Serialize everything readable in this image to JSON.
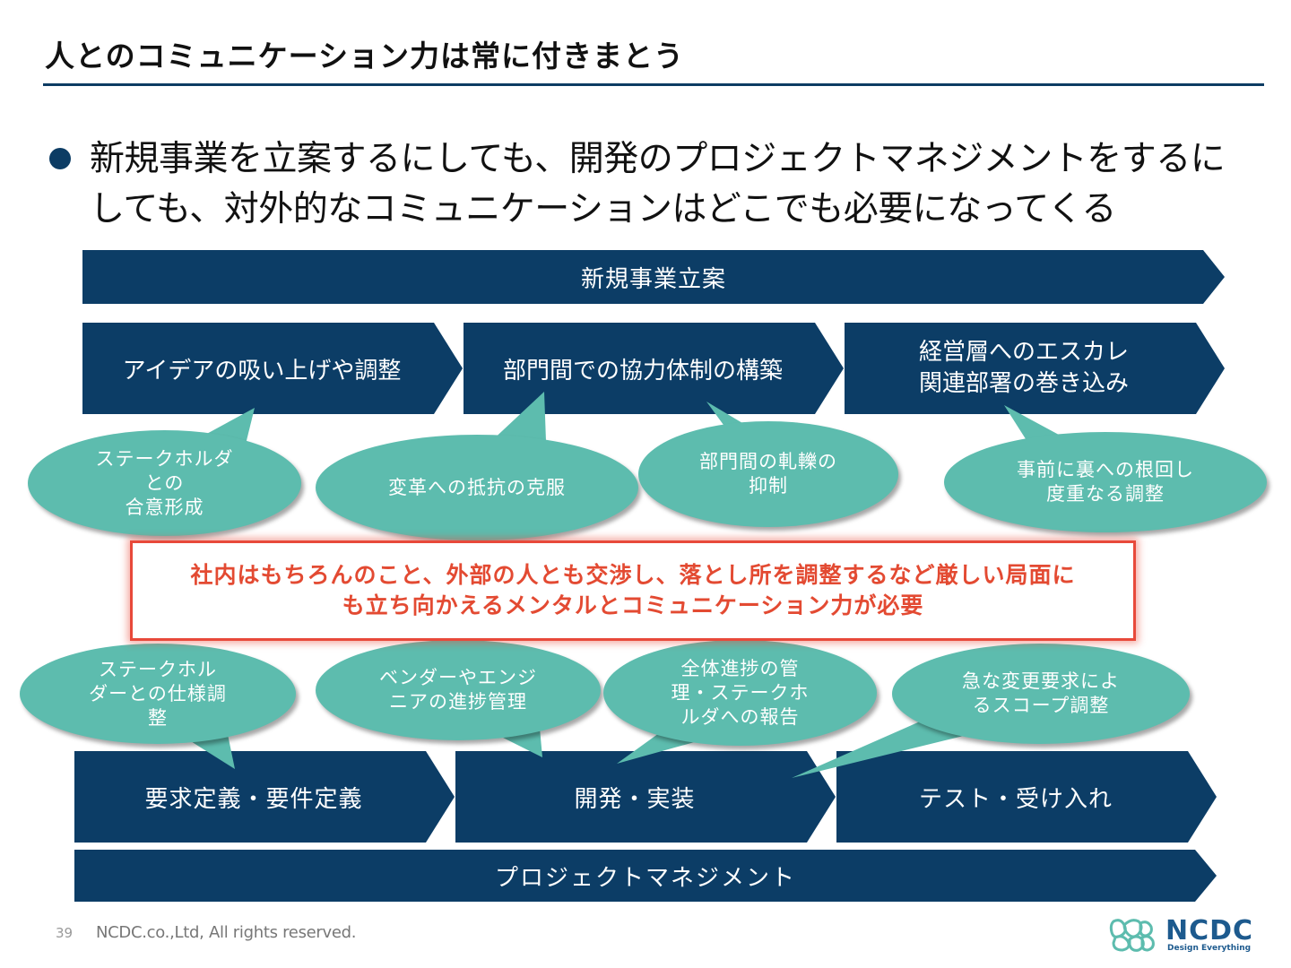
{
  "slide": {
    "title": "人とのコミュニケーション力は常に付きまとう",
    "bullet_lines": [
      "新規事業を立案するにしても、開発のプロジェクトマネジメントをするに",
      "しても、対外的なコミュニケーションはどこでも必要になってくる"
    ]
  },
  "top_section": {
    "banner": "新規事業立案",
    "steps": [
      {
        "lines": [
          "アイデアの吸い上げや調整"
        ]
      },
      {
        "lines": [
          "部門間での協力体制の構築"
        ]
      },
      {
        "lines": [
          "経営層へのエスカレ",
          "関連部署の巻き込み"
        ]
      }
    ],
    "bubbles": [
      {
        "lines": [
          "ステークホルダ",
          "との",
          "合意形成"
        ]
      },
      {
        "lines": [
          "変革への抵抗の克服"
        ]
      },
      {
        "lines": [
          "部門間の軋轢の",
          "抑制"
        ]
      },
      {
        "lines": [
          "事前に裏への根回し",
          "度重なる調整"
        ]
      }
    ]
  },
  "callout": {
    "lines": [
      "社内はもちろんのこと、外部の人とも交渉し、落とし所を調整するなど厳しい局面に",
      "も立ち向かえるメンタルとコミュニケーション力が必要"
    ]
  },
  "bottom_section": {
    "bubbles": [
      {
        "lines": [
          "ステークホル",
          "ダーとの仕様調",
          "整"
        ]
      },
      {
        "lines": [
          "ベンダーやエンジ",
          "ニアの進捗管理"
        ]
      },
      {
        "lines": [
          "全体進捗の管",
          "理・ステークホ",
          "ルダへの報告"
        ]
      },
      {
        "lines": [
          "急な変更要求によ",
          "るスコープ調整"
        ]
      }
    ],
    "steps": [
      {
        "lines": [
          "要求定義・要件定義"
        ]
      },
      {
        "lines": [
          "開発・実装"
        ]
      },
      {
        "lines": [
          "テスト・受け入れ"
        ]
      }
    ],
    "banner": "プロジェクトマネジメント"
  },
  "footer": {
    "page_number": "39",
    "copyright": "NCDC.co.,Ltd, All rights reserved.",
    "logo_text": "NCDC",
    "logo_tagline": "Design Everything"
  },
  "colors": {
    "navy": "#0c3d66",
    "teal": "#5dbcae",
    "alert_red": "#e34a32"
  }
}
